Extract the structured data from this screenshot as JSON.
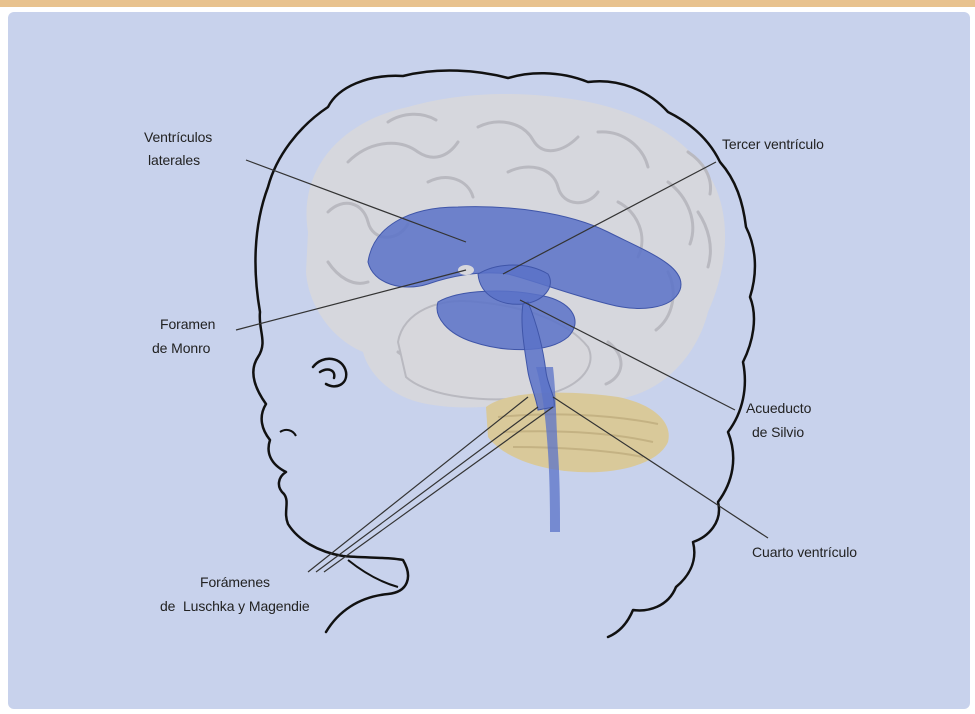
{
  "colors": {
    "top_band": "#E8C28E",
    "background": "#C8D2EC",
    "brain": "#D7D7DC",
    "brain_gyri": "#B9B9C0",
    "cerebellum": "#D9C99A",
    "ventricles": "#5A72C8",
    "outline": "#111111",
    "leader_lines": "#333333"
  },
  "labels": {
    "ventriculos_laterales": {
      "line1": "Ventrículos",
      "line2": "laterales"
    },
    "tercer_ventriculo": "Tercer ventrículo",
    "foramen_monro": {
      "line1": "Foramen",
      "line2": "de Monro"
    },
    "acueducto_silvio": {
      "line1": "Acueducto",
      "line2": "de Silvio"
    },
    "cuarto_ventriculo": "Cuarto ventrículo",
    "foramenes_luschka_magendie": {
      "line1": "Forámenes",
      "line2": "de  Luschka y Magendie"
    }
  }
}
